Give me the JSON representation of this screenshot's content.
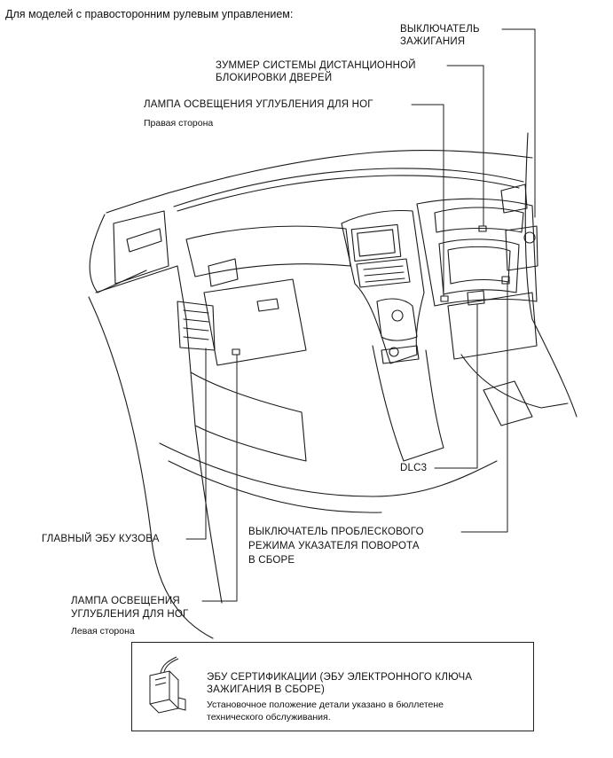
{
  "header": "Для моделей с правосторонним рулевым управлением:",
  "callouts": {
    "ignition_switch": [
      "ВЫКЛЮЧАТЕЛЬ",
      "ЗАЖИГАНИЯ"
    ],
    "door_lock_buzzer": [
      "ЗУММЕР СИСТЕМЫ ДИСТАНЦИОННОЙ",
      "БЛОКИРОВКИ ДВЕРЕЙ"
    ],
    "footwell_lamp_right": {
      "name": "ЛАМПА ОСВЕЩЕНИЯ УГЛУБЛЕНИЯ ДЛЯ НОГ",
      "side": "Правая сторона"
    },
    "dlc3": "DLC3",
    "hazard_switch": [
      "ВЫКЛЮЧАТЕЛЬ ПРОБЛЕСКОВОГО",
      "РЕЖИМА УКАЗАТЕЛЯ ПОВОРОТА",
      "В СБОРЕ"
    ],
    "main_body_ecu": "ГЛАВНЫЙ ЭБУ КУЗОВА",
    "footwell_lamp_left": {
      "name_lines": [
        "ЛАМПА ОСВЕЩЕНИЯ",
        "УГЛУБЛЕНИЯ ДЛЯ НОГ"
      ],
      "side": "Левая сторона"
    }
  },
  "note_box": {
    "title_lines": [
      "ЭБУ СЕРТИФИКАЦИИ (ЭБУ ЭЛЕКТРОННОГО КЛЮЧА",
      "ЗАЖИГАНИЯ В СБОРЕ)"
    ],
    "note_lines": [
      "Установочное положение детали указано в бюллетене",
      "технического обслуживания."
    ]
  }
}
